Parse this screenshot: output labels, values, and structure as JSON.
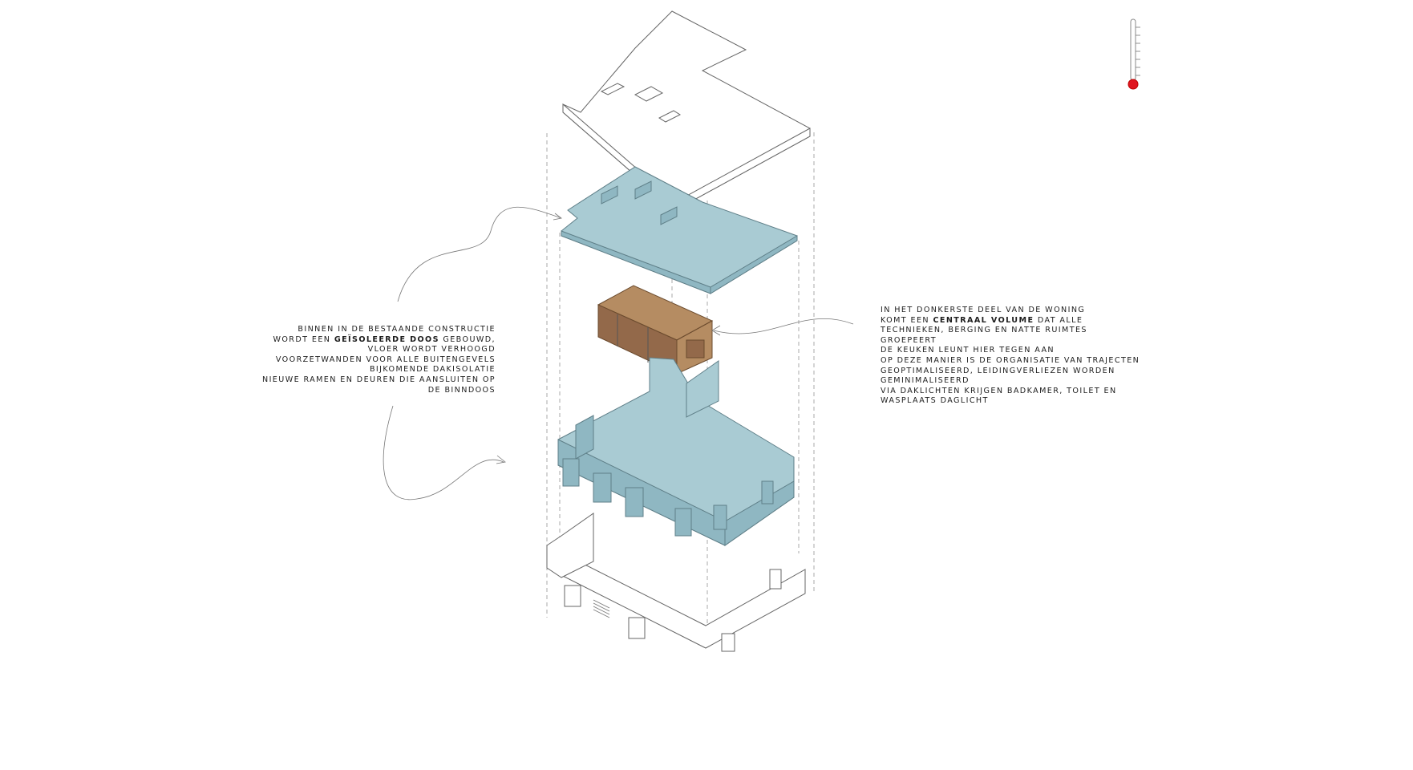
{
  "annotations": {
    "left": {
      "lines": [
        [
          "BINNEN IN DE BESTAANDE CONSTRUCTIE"
        ],
        [
          "WORDT EEN ",
          "GEÏSOLEERDE DOOS",
          " GEBOUWD,"
        ],
        [
          "VLOER WORDT VERHOOGD"
        ],
        [
          "VOORZETWANDEN VOOR ALLE BUITENGEVELS"
        ],
        [
          "BIJKOMENDE DAKISOLATIE"
        ],
        [
          "NIEUWE RAMEN EN DEUREN DIE AANSLUITEN OP"
        ],
        [
          "DE BINNDOOS"
        ]
      ]
    },
    "right": {
      "lines": [
        [
          "IN HET DONKERSTE DEEL VAN DE WONING"
        ],
        [
          "KOMT EEN ",
          "CENTRAAL VOLUME",
          " DAT ALLE"
        ],
        [
          "TECHNIEKEN, BERGING EN NATTE RUIMTES"
        ],
        [
          "GROEPEERT"
        ],
        [
          "DE KEUKEN LEUNT HIER TEGEN AAN"
        ],
        [
          "OP DEZE MANIER IS DE ORGANISATIE VAN TRAJECTEN"
        ],
        [
          "GEOPTIMALISEERD, LEIDINGVERLIEZEN WORDEN"
        ],
        [
          "GEMINIMALISEERD"
        ],
        [
          "VIA DAKLICHTEN KRIJGEN BADKAMER, TOILET EN"
        ],
        [
          "WASPLAATS DAGLICHT"
        ]
      ]
    }
  },
  "colors": {
    "insulated_box": "#a9cbd3",
    "central_volume": "#b58c62",
    "thermometer_bulb": "#e0141e",
    "linework": "#555555"
  },
  "thermometer": {
    "level_fraction": 0.0
  }
}
